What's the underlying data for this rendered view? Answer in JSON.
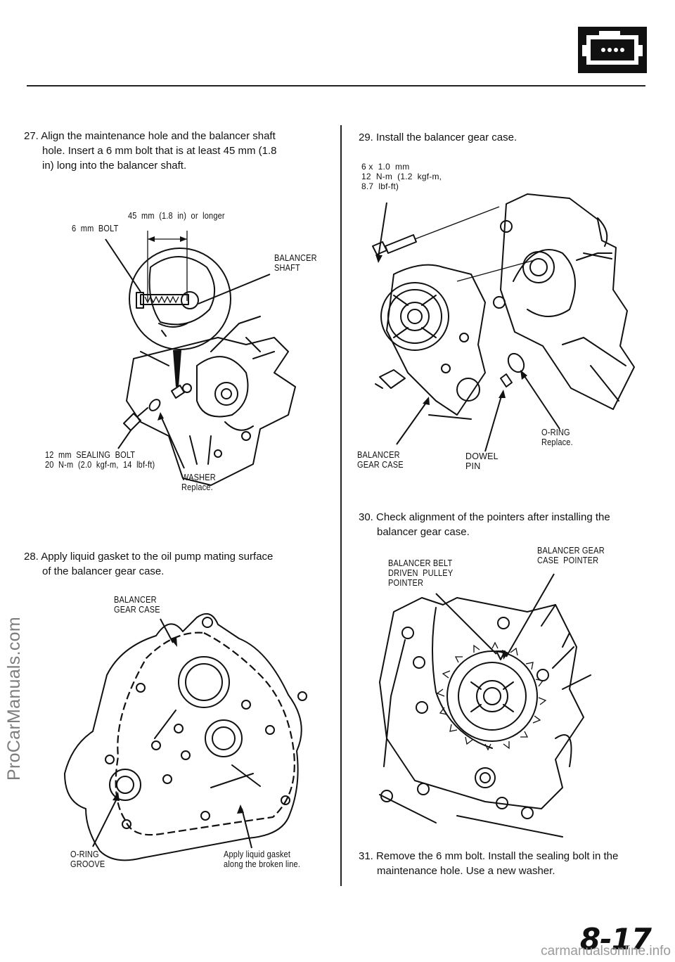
{
  "header": {
    "section_icon": "engine-icon"
  },
  "watermark_left": "ProCarManuals.com",
  "footer_watermark": "carmanualsonline.info",
  "page_number": "8-17",
  "left_column": {
    "step27": {
      "lines": [
        "27.  Align the maintenance hole and the balancer shaft",
        "hole. Insert a 6 mm bolt that is at least 45 mm (1.8",
        "in) long into the balancer shaft."
      ]
    },
    "fig1": {
      "length_label": "45  mm  (1.8  in)  or  longer",
      "bolt_label": "6  mm  BOLT",
      "shaft_label": "BALANCER\nSHAFT",
      "sealing_bolt_label": "12  mm  SEALING  BOLT\n20  N-m  (2.0  kgf-m,  14  lbf-ft)",
      "washer_label": "WASHER\nReplace."
    },
    "step28": {
      "lines": [
        "28.  Apply liquid gasket to the oil pump mating surface",
        "of the balancer gear case."
      ]
    },
    "fig2": {
      "case_label": "BALANCER\nGEAR CASE",
      "oring_label": "O-RING\nGROOVE",
      "gasket_label": "Apply liquid gasket\nalong the broken line."
    }
  },
  "right_column": {
    "step29": {
      "lines": [
        "29.  Install the balancer gear case."
      ]
    },
    "fig3": {
      "bolt_spec": "6 x  1.0  mm\n12  N-m  (1.2  kgf-m,\n8.7  lbf-ft)",
      "case_label": "BALANCER\nGEAR CASE",
      "dowel_label": "DOWEL\nPIN",
      "oring_label": "O-RING\nReplace."
    },
    "step30": {
      "lines": [
        "30.  Check alignment of the pointers after installing the",
        "balancer gear case."
      ]
    },
    "fig4": {
      "case_pointer_label": "BALANCER GEAR\nCASE  POINTER",
      "pulley_pointer_label": "BALANCER BELT\nDRIVEN  PULLEY\nPOINTER"
    },
    "step31": {
      "lines": [
        "31.  Remove the 6 mm bolt. Install the sealing bolt in the",
        "maintenance  hole.  Use  a  new  washer."
      ]
    }
  }
}
